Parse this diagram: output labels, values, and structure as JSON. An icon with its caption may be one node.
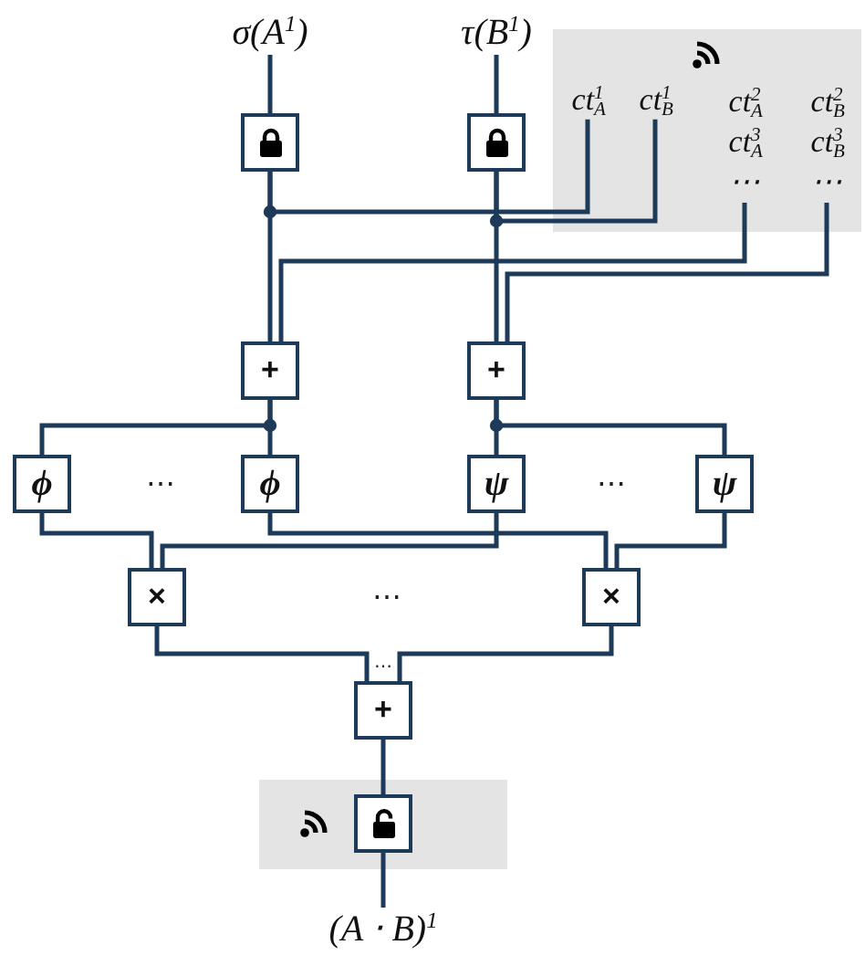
{
  "diagram": {
    "nodes": [
      {
        "text": [
          "σ(A$^{1}$)"
        ]
      },
      {
        "text": [
          "τ(B$^{1}$)"
        ]
      },
      {
        "text": [],
        "shape": "box"
      },
      {
        "text": [
          "ct$_{A}$$^{1}$"
        ],
        "in": 2
      },
      {
        "text": [
          "ct$_{B}$$^{1}$"
        ],
        "in": 2
      },
      {
        "text": [
          "ct$_{A}$$^{2}$",
          "ct$_{A}$$^{3}$",
          "⋯"
        ],
        "in": 2
      },
      {
        "text": [
          "ct$_{B}$$^{2}$",
          "ct$_{B}$$^{3}$",
          "⋯"
        ],
        "in": 2
      },
      {
        "text": [],
        "shape": "box"
      },
      {
        "text": [],
        "shape": "box"
      },
      {
        "text": [
          "+"
        ]
      },
      {
        "text": [
          "+"
        ]
      },
      {
        "text": [
          "ϕ"
        ]
      },
      {
        "text": [
          "ϕ"
        ]
      },
      {
        "text": [
          "ψ"
        ]
      },
      {
        "text": [
          "ψ"
        ]
      },
      {
        "text": [
          "×"
        ]
      },
      {
        "text": [
          "×"
        ]
      },
      {
        "text": [
          "+"
        ]
      },
      {
        "text": [],
        "shape": "box"
      },
      {
        "text": [],
        "shape": "box",
        "in": 18
      },
      {
        "text": [
          "(A ⋅ B)$^{1}$"
        ]
      }
    ],
    "edges": [
      {
        "from": 0,
        "to": 7,
        "arrow": "none"
      },
      {
        "from": 1,
        "to": 8,
        "arrow": "none"
      },
      {
        "from": 7,
        "to": 3,
        "arrow": "none"
      },
      {
        "from": 7,
        "to": 9,
        "arrow": "none"
      },
      {
        "from": 8,
        "to": 4,
        "arrow": "none"
      },
      {
        "from": 8,
        "to": 10,
        "arrow": "none"
      },
      {
        "from": 5,
        "to": 9,
        "arrow": "none"
      },
      {
        "from": 6,
        "to": 10,
        "arrow": "none"
      },
      {
        "from": 9,
        "to": 11,
        "arrow": "none"
      },
      {
        "from": 9,
        "to": 12,
        "arrow": "none"
      },
      {
        "from": 10,
        "to": 13,
        "arrow": "none"
      },
      {
        "from": 10,
        "to": 14,
        "arrow": "none"
      },
      {
        "from": 11,
        "to": 15,
        "arrow": "none"
      },
      {
        "from": 13,
        "to": 15,
        "arrow": "none"
      },
      {
        "from": 12,
        "to": 16,
        "arrow": "none"
      },
      {
        "from": 14,
        "to": 16,
        "arrow": "none"
      },
      {
        "from": 15,
        "to": 17,
        "arrow": "none"
      },
      {
        "from": 16,
        "to": 17,
        "arrow": "none"
      },
      {
        "from": 17,
        "to": 19,
        "arrow": "none"
      },
      {
        "from": 19,
        "to": 20,
        "arrow": "none"
      }
    ],
    "labels": [
      "⋯",
      "⋯",
      "⋯",
      "⋯"
    ]
  }
}
